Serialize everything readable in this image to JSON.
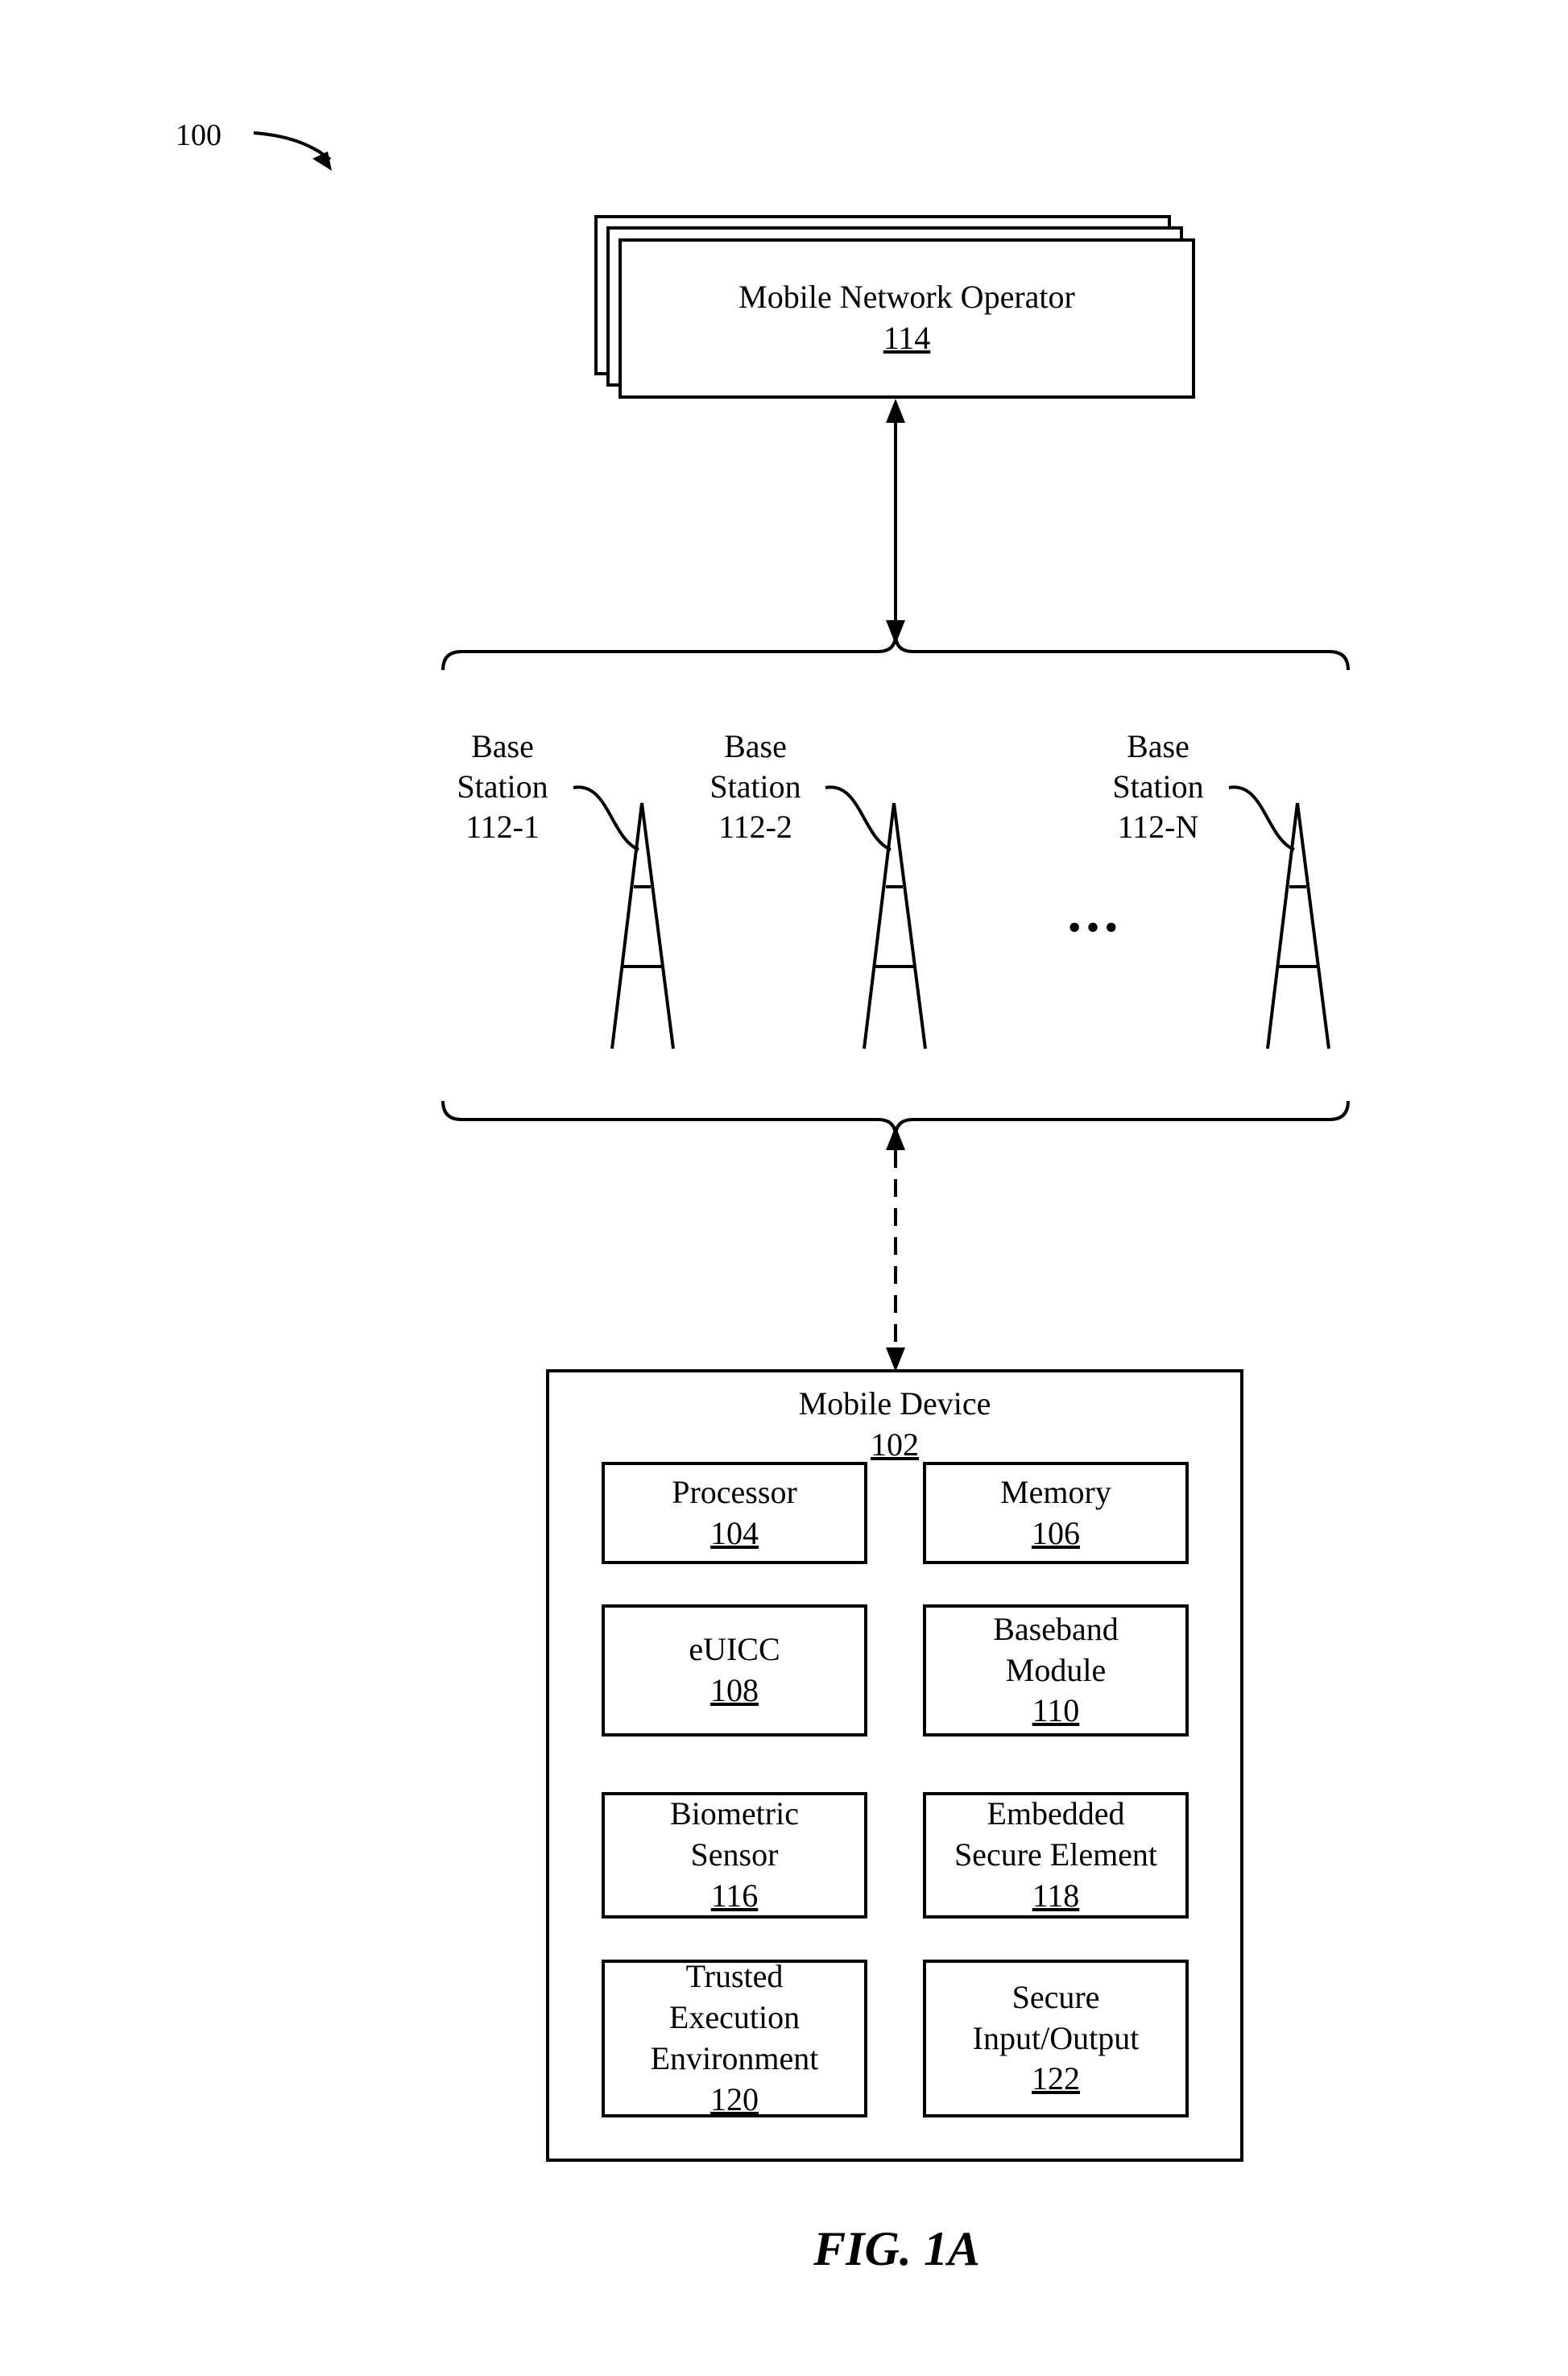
{
  "figure": {
    "ref_label": "100",
    "caption": "FIG. 1A"
  },
  "mno": {
    "title": "Mobile Network Operator",
    "ref": "114"
  },
  "base_stations": [
    {
      "line1": "Base",
      "line2": "Station",
      "ref": "112-1"
    },
    {
      "line1": "Base",
      "line2": "Station",
      "ref": "112-2"
    },
    {
      "line1": "Base",
      "line2": "Station",
      "ref": "112-N"
    }
  ],
  "ellipsis": "•••",
  "device": {
    "title": "Mobile Device",
    "ref": "102",
    "components": [
      {
        "lines": [
          "Processor"
        ],
        "ref": "104"
      },
      {
        "lines": [
          "Memory"
        ],
        "ref": "106"
      },
      {
        "lines": [
          "eUICC"
        ],
        "ref": "108"
      },
      {
        "lines": [
          "Baseband",
          "Module"
        ],
        "ref": "110"
      },
      {
        "lines": [
          "Biometric",
          "Sensor"
        ],
        "ref": "116"
      },
      {
        "lines": [
          "Embedded",
          "Secure Element"
        ],
        "ref": "118"
      },
      {
        "lines": [
          "Trusted",
          "Execution",
          "Environment"
        ],
        "ref": "120"
      },
      {
        "lines": [
          "Secure",
          "Input/Output"
        ],
        "ref": "122"
      }
    ]
  }
}
